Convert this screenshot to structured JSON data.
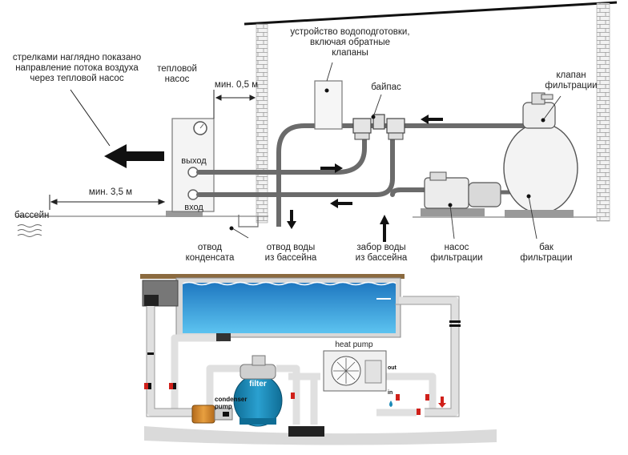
{
  "top_diagram": {
    "airflow_note": [
      "стрелками наглядно показано",
      "направление потока воздуха",
      "через тепловой насос"
    ],
    "heat_pump_label": [
      "тепловой",
      "насос"
    ],
    "min_05": "мин. 0,5 м",
    "water_treatment": [
      "устройство водоподготовки,",
      "включая обратные",
      "клапаны"
    ],
    "bypass": "байпас",
    "filter_valve": [
      "клапан",
      "фильтрации"
    ],
    "outlet": "выход",
    "inlet": "вход",
    "min_35": "мин. 3,5 м",
    "pool": "бассейн",
    "condensate": [
      "отвод",
      "конденсата"
    ],
    "water_out": [
      "отвод воды",
      "из бассейна"
    ],
    "water_in": [
      "забор воды",
      "из бассейна"
    ],
    "filter_pump": [
      "насос",
      "фильтрации"
    ],
    "filter_tank": [
      "бак",
      "фильтрации"
    ]
  },
  "bottom_diagram": {
    "heat_pump": "heat pump",
    "filter": "filter",
    "condenser_pump": [
      "condenser",
      "pump"
    ],
    "out": "out",
    "in": "in"
  },
  "colors": {
    "pipe_top": "#6b6b6b",
    "pipe_bottom": "#dcdcdc",
    "water": "#3a9ad9",
    "filter_body": "#1c8ab8",
    "brick": "#e6e6e6",
    "arrow": "#111111",
    "valve_red": "#d0201a"
  }
}
